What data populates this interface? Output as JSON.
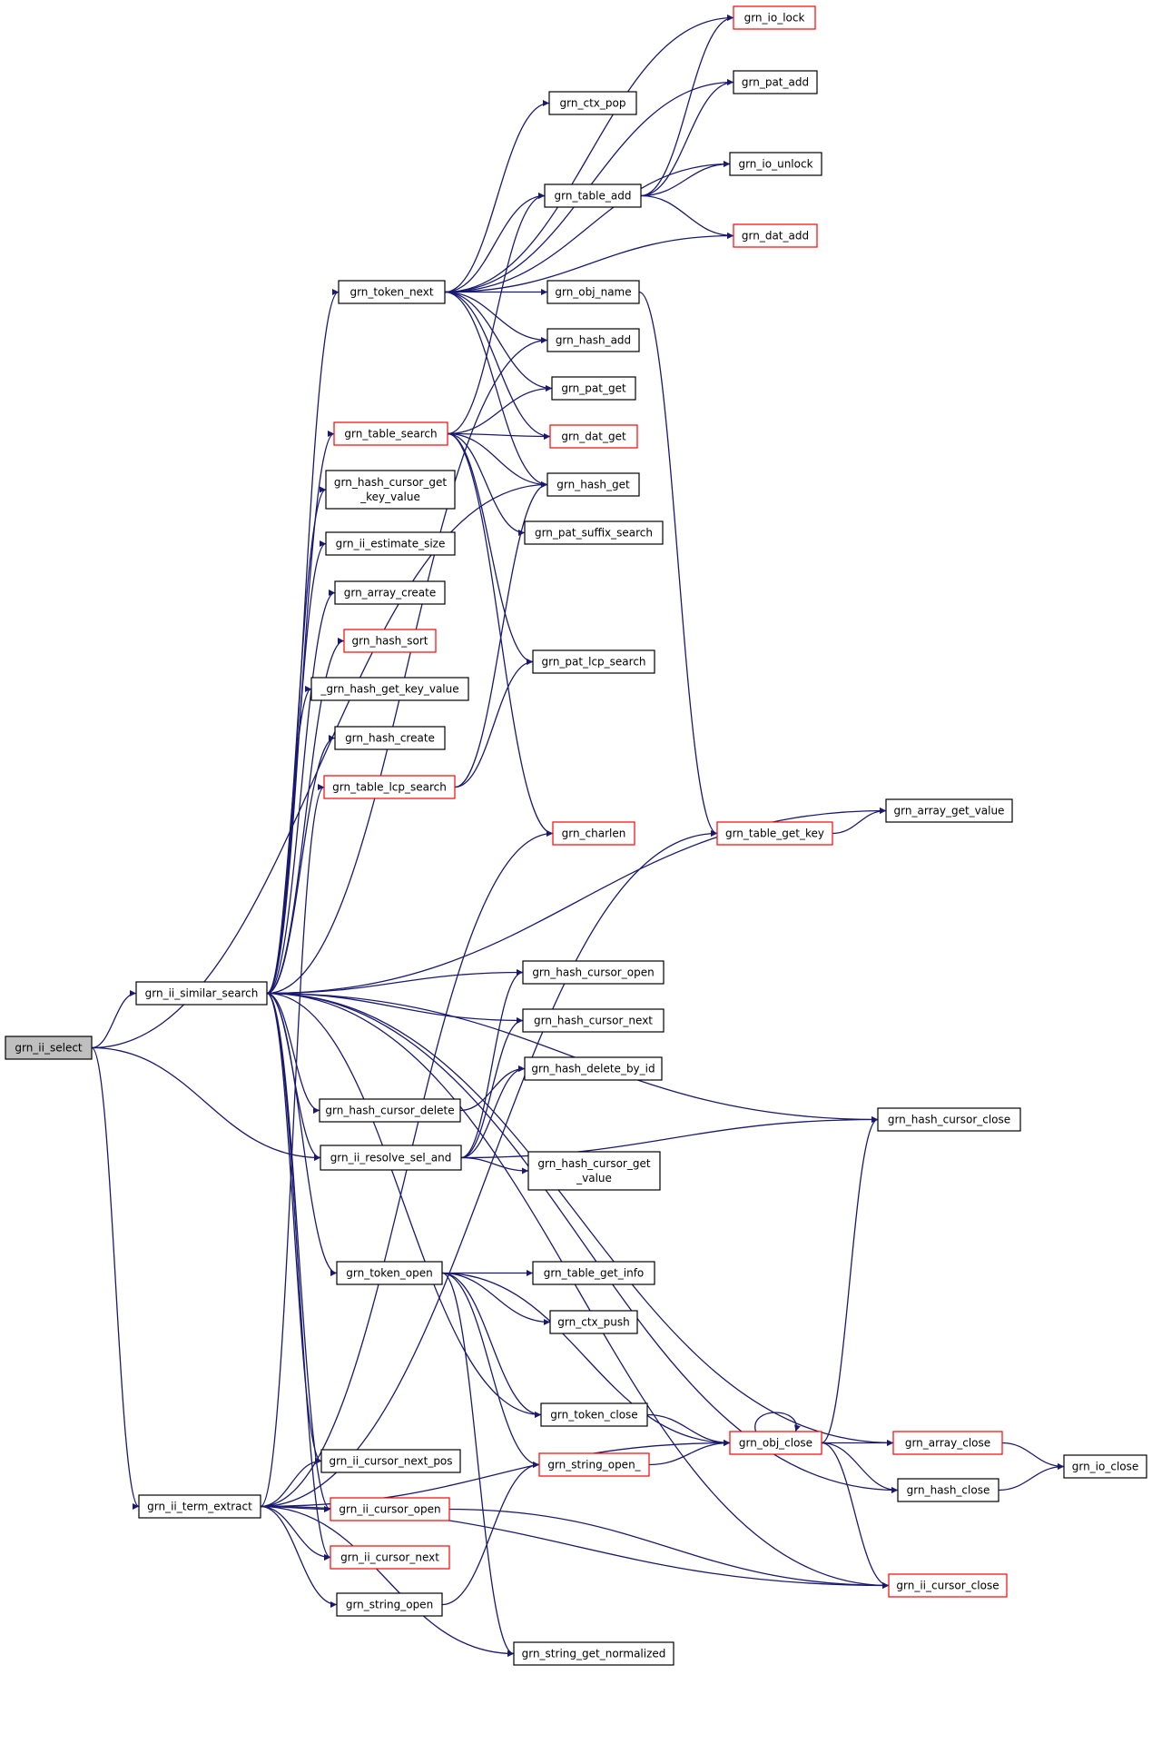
{
  "diagram": {
    "title": "",
    "colors": {
      "edge": "#191970",
      "node_border_default": "#000000",
      "node_border_truncated": "#ff0000",
      "node_fill_root": "#bfbfbf",
      "node_fill_default": "#ffffff"
    },
    "nodes": {
      "grn_ii_select": {
        "label": "grn_ii_select",
        "style": "root"
      },
      "grn_ii_similar_search": {
        "label": "grn_ii_similar_search",
        "style": "normal"
      },
      "grn_ii_term_extract": {
        "label": "grn_ii_term_extract",
        "style": "normal"
      },
      "grn_ii_resolve_sel_and": {
        "label": "grn_ii_resolve_sel_and",
        "style": "normal"
      },
      "grn_token_next": {
        "label": "grn_token_next",
        "style": "normal"
      },
      "grn_table_search": {
        "label": "grn_table_search",
        "style": "truncated"
      },
      "grn_hash_cursor_get_key_value": {
        "label": "grn_hash_cursor_get\n_key_value",
        "style": "normal"
      },
      "grn_ii_estimate_size": {
        "label": "grn_ii_estimate_size",
        "style": "normal"
      },
      "grn_array_create": {
        "label": "grn_array_create",
        "style": "normal"
      },
      "grn_hash_sort": {
        "label": "grn_hash_sort",
        "style": "truncated"
      },
      "_grn_hash_get_key_value": {
        "label": "_grn_hash_get_key_value",
        "style": "normal"
      },
      "grn_hash_create": {
        "label": "grn_hash_create",
        "style": "normal"
      },
      "grn_table_lcp_search": {
        "label": "grn_table_lcp_search",
        "style": "truncated"
      },
      "grn_hash_cursor_delete": {
        "label": "grn_hash_cursor_delete",
        "style": "normal"
      },
      "grn_token_open": {
        "label": "grn_token_open",
        "style": "normal"
      },
      "grn_ii_cursor_next_pos": {
        "label": "grn_ii_cursor_next_pos",
        "style": "normal"
      },
      "grn_ii_cursor_open": {
        "label": "grn_ii_cursor_open",
        "style": "truncated"
      },
      "grn_ii_cursor_next": {
        "label": "grn_ii_cursor_next",
        "style": "truncated"
      },
      "grn_string_open": {
        "label": "grn_string_open",
        "style": "normal"
      },
      "grn_ctx_pop": {
        "label": "grn_ctx_pop",
        "style": "normal"
      },
      "grn_table_add": {
        "label": "grn_table_add",
        "style": "normal"
      },
      "grn_obj_name": {
        "label": "grn_obj_name",
        "style": "normal"
      },
      "grn_hash_add": {
        "label": "grn_hash_add",
        "style": "normal"
      },
      "grn_pat_get": {
        "label": "grn_pat_get",
        "style": "normal"
      },
      "grn_dat_get": {
        "label": "grn_dat_get",
        "style": "truncated"
      },
      "grn_hash_get": {
        "label": "grn_hash_get",
        "style": "normal"
      },
      "grn_pat_suffix_search": {
        "label": "grn_pat_suffix_search",
        "style": "normal"
      },
      "grn_pat_lcp_search": {
        "label": "grn_pat_lcp_search",
        "style": "normal"
      },
      "grn_charlen": {
        "label": "grn_charlen",
        "style": "truncated"
      },
      "grn_hash_cursor_open": {
        "label": "grn_hash_cursor_open",
        "style": "normal"
      },
      "grn_hash_cursor_next": {
        "label": "grn_hash_cursor_next",
        "style": "normal"
      },
      "grn_hash_delete_by_id": {
        "label": "grn_hash_delete_by_id",
        "style": "normal"
      },
      "grn_hash_cursor_get_value": {
        "label": "grn_hash_cursor_get\n_value",
        "style": "normal"
      },
      "grn_table_get_info": {
        "label": "grn_table_get_info",
        "style": "normal"
      },
      "grn_ctx_push": {
        "label": "grn_ctx_push",
        "style": "normal"
      },
      "grn_token_close": {
        "label": "grn_token_close",
        "style": "normal"
      },
      "grn_string_open_": {
        "label": "grn_string_open_",
        "style": "truncated"
      },
      "grn_string_get_normalized": {
        "label": "grn_string_get_normalized",
        "style": "normal"
      },
      "grn_io_lock": {
        "label": "grn_io_lock",
        "style": "truncated"
      },
      "grn_pat_add": {
        "label": "grn_pat_add",
        "style": "normal"
      },
      "grn_io_unlock": {
        "label": "grn_io_unlock",
        "style": "normal"
      },
      "grn_dat_add": {
        "label": "grn_dat_add",
        "style": "truncated"
      },
      "grn_table_get_key": {
        "label": "grn_table_get_key",
        "style": "truncated"
      },
      "grn_obj_close": {
        "label": "grn_obj_close",
        "style": "truncated"
      },
      "grn_array_get_value": {
        "label": "grn_array_get_value",
        "style": "normal"
      },
      "grn_hash_cursor_close": {
        "label": "grn_hash_cursor_close",
        "style": "normal"
      },
      "grn_array_close": {
        "label": "grn_array_close",
        "style": "truncated"
      },
      "grn_hash_close": {
        "label": "grn_hash_close",
        "style": "normal"
      },
      "grn_ii_cursor_close": {
        "label": "grn_ii_cursor_close",
        "style": "truncated"
      },
      "grn_io_close": {
        "label": "grn_io_close",
        "style": "normal"
      }
    },
    "edges": [
      [
        "grn_ii_select",
        "grn_ii_similar_search"
      ],
      [
        "grn_ii_select",
        "grn_ii_term_extract"
      ],
      [
        "grn_ii_select",
        "grn_ii_resolve_sel_and"
      ],
      [
        "grn_ii_select",
        "grn_hash_get"
      ],
      [
        "grn_ii_similar_search",
        "grn_token_next"
      ],
      [
        "grn_ii_similar_search",
        "grn_hash_add"
      ],
      [
        "grn_ii_similar_search",
        "grn_table_search"
      ],
      [
        "grn_ii_similar_search",
        "grn_hash_cursor_get_key_value"
      ],
      [
        "grn_ii_similar_search",
        "grn_ii_estimate_size"
      ],
      [
        "grn_ii_similar_search",
        "grn_array_create"
      ],
      [
        "grn_ii_similar_search",
        "grn_hash_sort"
      ],
      [
        "grn_ii_similar_search",
        "_grn_hash_get_key_value"
      ],
      [
        "grn_ii_similar_search",
        "grn_hash_create"
      ],
      [
        "grn_ii_similar_search",
        "grn_array_get_value"
      ],
      [
        "grn_ii_similar_search",
        "grn_hash_cursor_open"
      ],
      [
        "grn_ii_similar_search",
        "grn_hash_cursor_next"
      ],
      [
        "grn_ii_similar_search",
        "grn_hash_cursor_close"
      ],
      [
        "grn_ii_similar_search",
        "grn_hash_cursor_delete"
      ],
      [
        "grn_ii_similar_search",
        "grn_ii_resolve_sel_and"
      ],
      [
        "grn_ii_similar_search",
        "grn_array_close"
      ],
      [
        "grn_ii_similar_search",
        "grn_token_open"
      ],
      [
        "grn_ii_similar_search",
        "grn_token_close"
      ],
      [
        "grn_ii_similar_search",
        "grn_hash_close"
      ],
      [
        "grn_ii_similar_search",
        "grn_ii_cursor_close"
      ],
      [
        "grn_ii_similar_search",
        "grn_ii_cursor_next_pos"
      ],
      [
        "grn_ii_similar_search",
        "grn_ii_cursor_open"
      ],
      [
        "grn_ii_similar_search",
        "grn_ii_cursor_next"
      ],
      [
        "grn_token_next",
        "grn_io_lock"
      ],
      [
        "grn_token_next",
        "grn_pat_add"
      ],
      [
        "grn_token_next",
        "grn_ctx_pop"
      ],
      [
        "grn_token_next",
        "grn_io_unlock"
      ],
      [
        "grn_token_next",
        "grn_table_add"
      ],
      [
        "grn_token_next",
        "grn_dat_add"
      ],
      [
        "grn_token_next",
        "grn_obj_name"
      ],
      [
        "grn_token_next",
        "grn_hash_add"
      ],
      [
        "grn_token_next",
        "grn_pat_get"
      ],
      [
        "grn_token_next",
        "grn_dat_get"
      ],
      [
        "grn_token_next",
        "grn_hash_get"
      ],
      [
        "grn_table_add",
        "grn_io_lock"
      ],
      [
        "grn_table_add",
        "grn_pat_add"
      ],
      [
        "grn_table_add",
        "grn_io_unlock"
      ],
      [
        "grn_table_add",
        "grn_dat_add"
      ],
      [
        "grn_obj_name",
        "grn_table_get_key"
      ],
      [
        "grn_table_search",
        "grn_table_add"
      ],
      [
        "grn_table_search",
        "grn_pat_get"
      ],
      [
        "grn_table_search",
        "grn_dat_get"
      ],
      [
        "grn_table_search",
        "grn_hash_get"
      ],
      [
        "grn_table_search",
        "grn_pat_suffix_search"
      ],
      [
        "grn_table_search",
        "grn_pat_lcp_search"
      ],
      [
        "grn_table_search",
        "grn_charlen"
      ],
      [
        "grn_table_lcp_search",
        "grn_hash_get"
      ],
      [
        "grn_table_lcp_search",
        "grn_pat_lcp_search"
      ],
      [
        "grn_table_get_key",
        "grn_array_get_value"
      ],
      [
        "grn_hash_cursor_delete",
        "grn_hash_delete_by_id"
      ],
      [
        "grn_ii_resolve_sel_and",
        "grn_hash_cursor_open"
      ],
      [
        "grn_ii_resolve_sel_and",
        "grn_hash_cursor_next"
      ],
      [
        "grn_ii_resolve_sel_and",
        "grn_hash_delete_by_id"
      ],
      [
        "grn_ii_resolve_sel_and",
        "grn_hash_cursor_close"
      ],
      [
        "grn_ii_resolve_sel_and",
        "grn_hash_cursor_get_value"
      ],
      [
        "grn_token_open",
        "grn_table_get_info"
      ],
      [
        "grn_token_open",
        "grn_ctx_push"
      ],
      [
        "grn_token_open",
        "grn_token_close"
      ],
      [
        "grn_token_open",
        "grn_string_open_"
      ],
      [
        "grn_token_open",
        "grn_obj_close"
      ],
      [
        "grn_token_open",
        "grn_string_get_normalized"
      ],
      [
        "grn_token_close",
        "grn_obj_close"
      ],
      [
        "grn_string_open_",
        "grn_obj_close"
      ],
      [
        "grn_obj_close",
        "grn_obj_close"
      ],
      [
        "grn_obj_close",
        "grn_hash_cursor_close"
      ],
      [
        "grn_obj_close",
        "grn_array_close"
      ],
      [
        "grn_obj_close",
        "grn_hash_close"
      ],
      [
        "grn_obj_close",
        "grn_ii_cursor_close"
      ],
      [
        "grn_array_close",
        "grn_io_close"
      ],
      [
        "grn_hash_close",
        "grn_io_close"
      ],
      [
        "grn_ii_term_extract",
        "grn_table_lcp_search"
      ],
      [
        "grn_ii_term_extract",
        "grn_charlen"
      ],
      [
        "grn_ii_term_extract",
        "grn_table_get_key"
      ],
      [
        "grn_ii_term_extract",
        "grn_ii_cursor_next_pos"
      ],
      [
        "grn_ii_term_extract",
        "grn_ii_cursor_open"
      ],
      [
        "grn_ii_term_extract",
        "grn_ii_cursor_next"
      ],
      [
        "grn_ii_term_extract",
        "grn_string_open"
      ],
      [
        "grn_ii_term_extract",
        "grn_string_get_normalized"
      ],
      [
        "grn_ii_term_extract",
        "grn_obj_close"
      ],
      [
        "grn_ii_term_extract",
        "grn_ii_cursor_close"
      ],
      [
        "grn_ii_cursor_open",
        "grn_ii_cursor_close"
      ],
      [
        "grn_string_open",
        "grn_string_open_"
      ]
    ]
  }
}
